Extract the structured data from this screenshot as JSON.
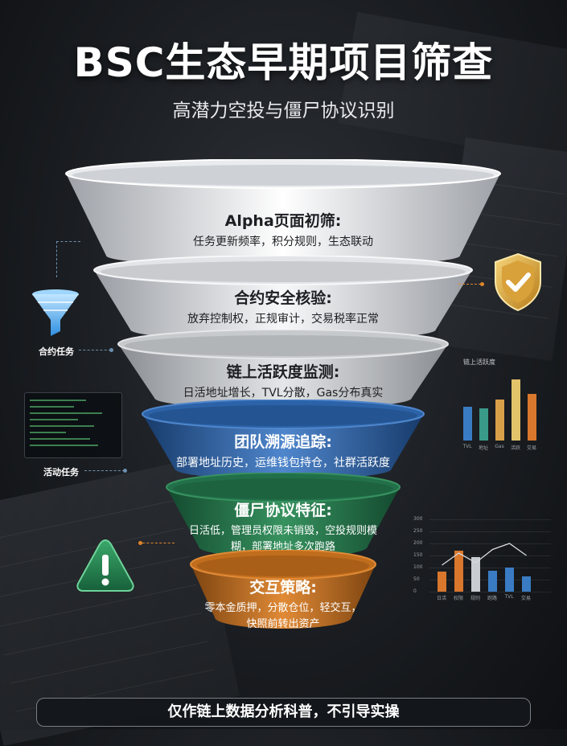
{
  "header": {
    "title": "BSC生态早期项目筛查",
    "subtitle": "高潜力空投与僵尸协议识别"
  },
  "tiers": [
    {
      "heading": "Alpha页面初筛:",
      "desc": "任务更新频率，积分规则，生态联动",
      "color": "#e9ebee"
    },
    {
      "heading": "合约安全核验:",
      "desc": "放弃控制权，正规审计，交易税率正常",
      "color": "#e2e4e7"
    },
    {
      "heading": "链上活跃度监测:",
      "desc": "日活地址增长，TVL分散，Gas分布真实",
      "color": "#c7cacd"
    },
    {
      "heading": "团队溯源追踪:",
      "desc": "部署地址历史，运维钱包持仓，社群活跃度",
      "color": "#2c63a8"
    },
    {
      "heading": "僵尸协议特征:",
      "desc": "日活低，管理员权限未销毁，空投规则模糊，部署地址多次跑路",
      "desc_line1": "日活低，管理员权限未销毁，空投规则模",
      "desc_line2": "糊，部署地址多次跑路",
      "color": "#22704a"
    },
    {
      "heading": "交互策略:",
      "desc": "零本金质押，分散仓位，轻交互，快照前转出资产",
      "desc_line1": "零本金质押，分散仓位，轻交互，",
      "desc_line2": "快照前转出资产",
      "color": "#c06d1d"
    }
  ],
  "side_labels": {
    "contract_task": "合约任务",
    "activity_task": "活动任务"
  },
  "icons": {
    "funnel": "funnel-icon",
    "shield": "shield-check-icon",
    "warning": "warning-icon"
  },
  "chart_data": [
    {
      "type": "bar",
      "title": "链上活跃度",
      "categories": [
        "TVL",
        "地址",
        "Gas",
        "活跃",
        "交易"
      ],
      "values": [
        40,
        38,
        48,
        72,
        55
      ],
      "colors": [
        "#3a7cc4",
        "#3a9a8a",
        "#d9a04a",
        "#e3c46a",
        "#d9772c"
      ],
      "ylim": [
        0,
        80
      ]
    },
    {
      "type": "bar",
      "title": "",
      "yticks": [
        "0",
        "50",
        "100",
        "150",
        "200",
        "250",
        "300"
      ],
      "categories": [
        "日活",
        "权限",
        "规则",
        "跑路",
        "TVL",
        "交易"
      ],
      "values": [
        85,
        170,
        145,
        88,
        100,
        65
      ],
      "colors": [
        "#d9772c",
        "#d9772c",
        "#c9ccd1",
        "#3a7cc4",
        "#3a7cc4",
        "#3a7cc4"
      ],
      "line": [
        110,
        160,
        120,
        175,
        200,
        150
      ],
      "ylim": [
        0,
        300
      ]
    }
  ],
  "footer": {
    "disclaimer": "仅作链上数据分析科普，不引导实操"
  }
}
